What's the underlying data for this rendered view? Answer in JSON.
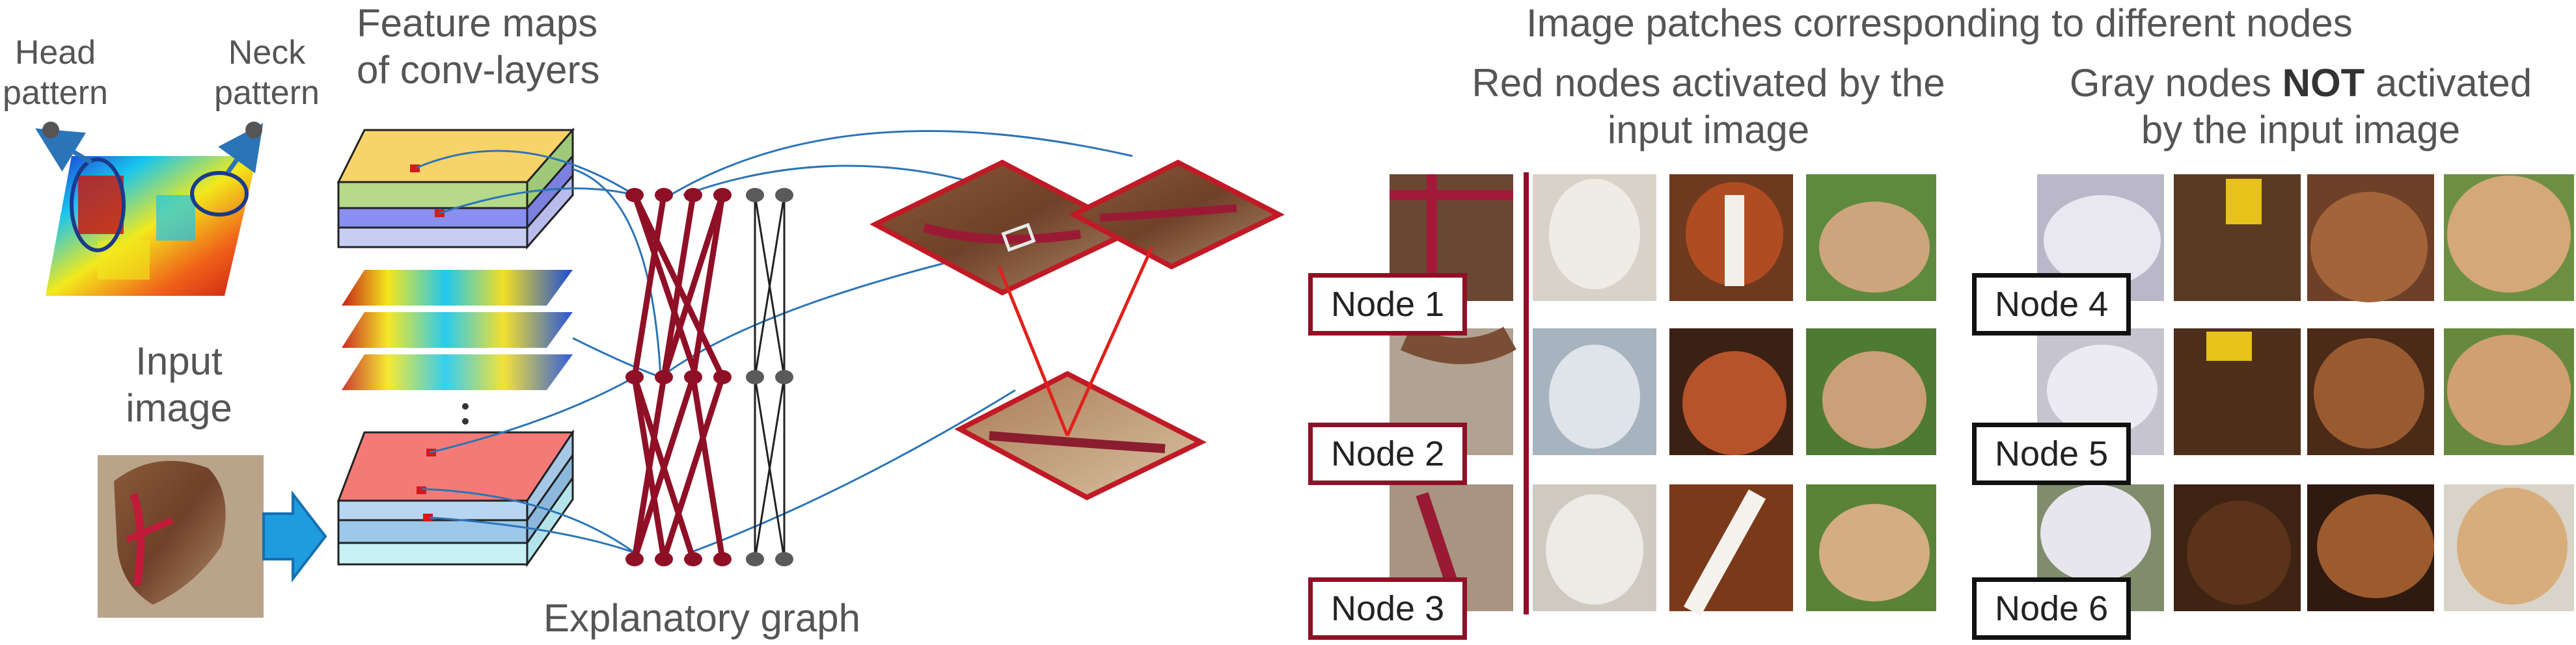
{
  "labels": {
    "head_pattern": [
      "Head",
      "pattern"
    ],
    "neck_pattern": [
      "Neck",
      "pattern"
    ],
    "feature_maps": [
      "Feature maps",
      "of conv-layers"
    ],
    "input_image": [
      "Input",
      "image"
    ],
    "explanatory_graph": "Explanatory graph",
    "patches_title": "Image patches corresponding to different nodes",
    "red_nodes_title": [
      "Red nodes activated by the",
      "input image"
    ],
    "gray_nodes_prefix": "Gray nodes ",
    "gray_nodes_bold": "NOT",
    "gray_nodes_suffix": " activated",
    "gray_nodes_line2": "by the input image"
  },
  "nodes": {
    "red": [
      "Node 1",
      "Node 2",
      "Node 3"
    ],
    "gray": [
      "Node 4",
      "Node 5",
      "Node 6"
    ]
  },
  "colors": {
    "red_node": "#8f1026",
    "gray_node": "#111111",
    "edge_blue": "#2b74b7",
    "arrow_blue": "#1f9be0"
  }
}
